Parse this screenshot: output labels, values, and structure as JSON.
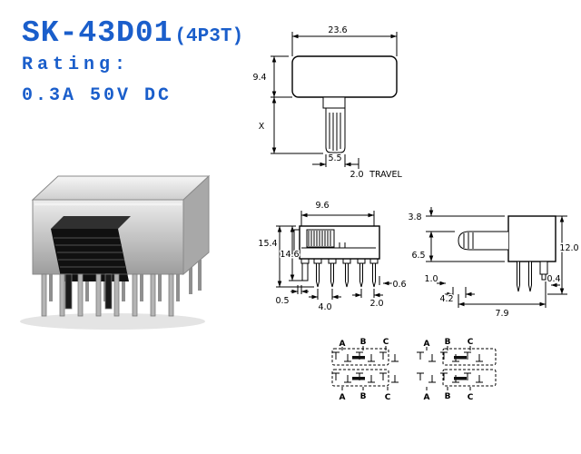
{
  "header": {
    "model": "SK-43D01",
    "variant": "(4P3T)",
    "rating_label": "Rating:",
    "rating_value": "0.3A 50V DC"
  },
  "views": {
    "front": {
      "dim_width": "23.6",
      "dim_height": "9.4",
      "dim_x": "X",
      "dim_stem_width": "5.5",
      "dim_travel_value": "2.0",
      "dim_travel_label": "TRAVEL"
    },
    "side": {
      "dim_knob_width": "9.6",
      "dim_height_total": "15.4",
      "dim_height_body": "14.6",
      "dim_offset_left": "0.5",
      "dim_pin_pitch": "4.0",
      "dim_pin_gap": "2.0",
      "dim_offset_right": "0.6"
    },
    "profile": {
      "dim_top_gap": "3.8",
      "dim_shaft_height": "6.5",
      "dim_height": "12.0",
      "dim_pin_offset": "1.0",
      "dim_pin_span": "4.2",
      "dim_bracket": "0.4",
      "dim_depth": "7.9"
    }
  },
  "schematic": {
    "groups": [
      {
        "labels": [
          "A",
          "B",
          "C"
        ]
      },
      {
        "labels": [
          "A",
          "B",
          "C"
        ]
      },
      {
        "labels": [
          "A",
          "B",
          "C"
        ]
      },
      {
        "labels": [
          "A",
          "B",
          "C"
        ]
      }
    ]
  },
  "colors": {
    "accent": "#1a5ecb",
    "line": "#000000"
  }
}
